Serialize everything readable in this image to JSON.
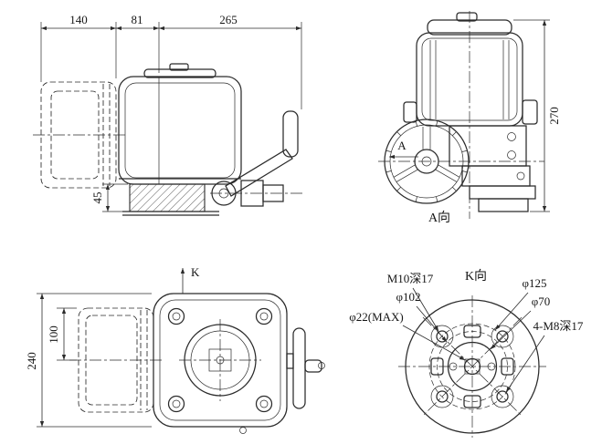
{
  "drawing": {
    "background": "#ffffff",
    "line_color": "#2b2b2b",
    "side_view": {
      "dim_motor_length": "140",
      "dim_mid_section": "81",
      "dim_body_length": "265",
      "dim_mount_height": "45"
    },
    "front_view": {
      "dim_total_height": "270",
      "section_arrow": "A",
      "view_title": "A向"
    },
    "top_view": {
      "direction_arrow": "K",
      "dim_center_to_top": "100",
      "dim_total_depth": "240"
    },
    "flange_view": {
      "view_title": "K向",
      "label_m10": "M10深17",
      "label_dia125": "φ125",
      "label_dia102": "φ102",
      "label_dia70": "φ70",
      "label_bore": "φ22(MAX)",
      "label_m8": "4-M8深17"
    }
  }
}
